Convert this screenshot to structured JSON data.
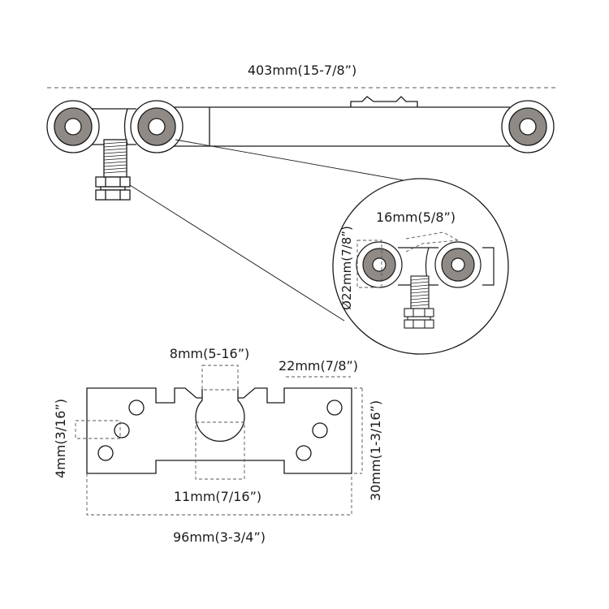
{
  "dimensions": {
    "overall_length": "403mm(15-7/8”)",
    "roller_spacing": "16mm(5/8”)",
    "roller_diameter": "Ø22mm(7/8”)",
    "slot_width": "8mm(5-16”)",
    "tab_width": "22mm(7/8”)",
    "plate_thickness": "4mm(3/16”)",
    "plate_height": "30mm(1-3/16”)",
    "hole_diameter": "11mm(7/16”)",
    "plate_length": "96mm(3-3/4”)"
  },
  "colors": {
    "line": "#1a1a1a",
    "roller_fill": "#8f8a85",
    "background": "#ffffff"
  }
}
